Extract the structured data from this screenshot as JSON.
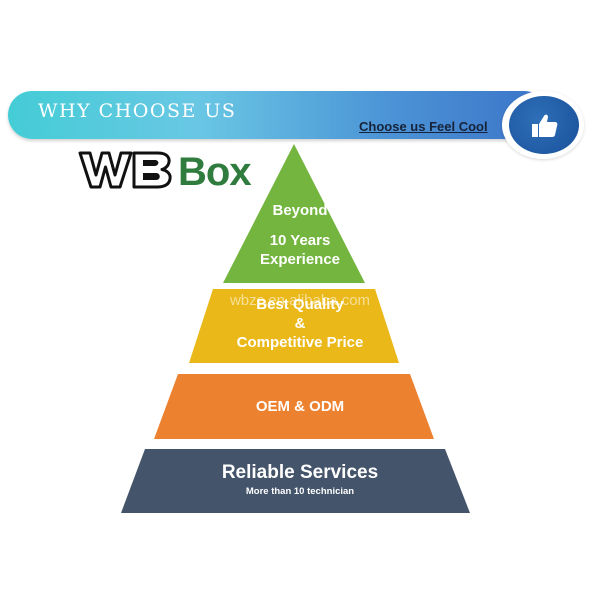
{
  "banner": {
    "title": "WHY CHOOSE US",
    "tagline": "Choose us  Feel Cool"
  },
  "badge": {
    "icon": "thumbs-up-icon"
  },
  "logo": {
    "text": "WBBox",
    "colors": {
      "wb": "#111111",
      "box": "#2f7c3e",
      "box_accent": "#52c4c9"
    }
  },
  "pyramid": {
    "tiers": [
      {
        "lines": [
          "Beyond",
          "10 Years",
          "Experience"
        ],
        "color": "#73b53f"
      },
      {
        "lines": [
          "Best Quality",
          "&",
          "Competitive Price"
        ],
        "color": "#eab818"
      },
      {
        "lines": [
          "OEM & ODM"
        ],
        "color": "#ec8130"
      },
      {
        "lines": [
          "Reliable Services"
        ],
        "sub": "More than 10 technician",
        "color": "#44546b"
      }
    ]
  },
  "watermark": "wbzc.en.alibaba.com"
}
